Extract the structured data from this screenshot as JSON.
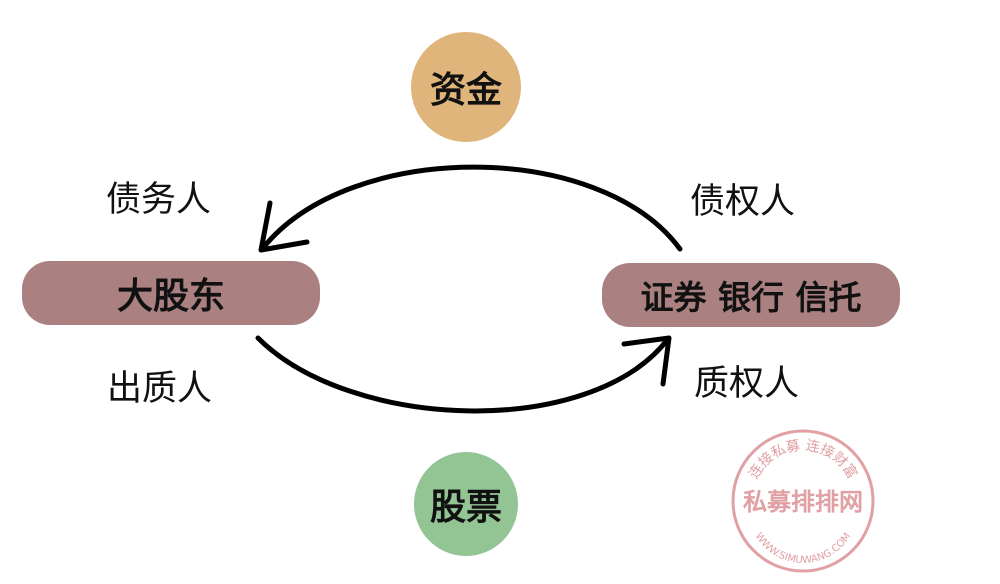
{
  "nodes": {
    "fund": "资金",
    "stock": "股票",
    "major_shareholder": "大股东",
    "institution": "证券 银行 信托"
  },
  "roles": {
    "debtor": "债务人",
    "pledgor": "出质人",
    "creditor": "债权人",
    "pledgee": "质权人"
  },
  "watermark": {
    "top_text": "连接私募 连接财富",
    "center_text": "私募排排网",
    "bottom_text": "WWW.SIMUWANG.COM"
  },
  "colors": {
    "fund_circle": "#dfb57c",
    "stock_circle": "#93c494",
    "node_box": "#aa8081",
    "arrow": "#000000",
    "watermark": "#e0a0a4"
  }
}
